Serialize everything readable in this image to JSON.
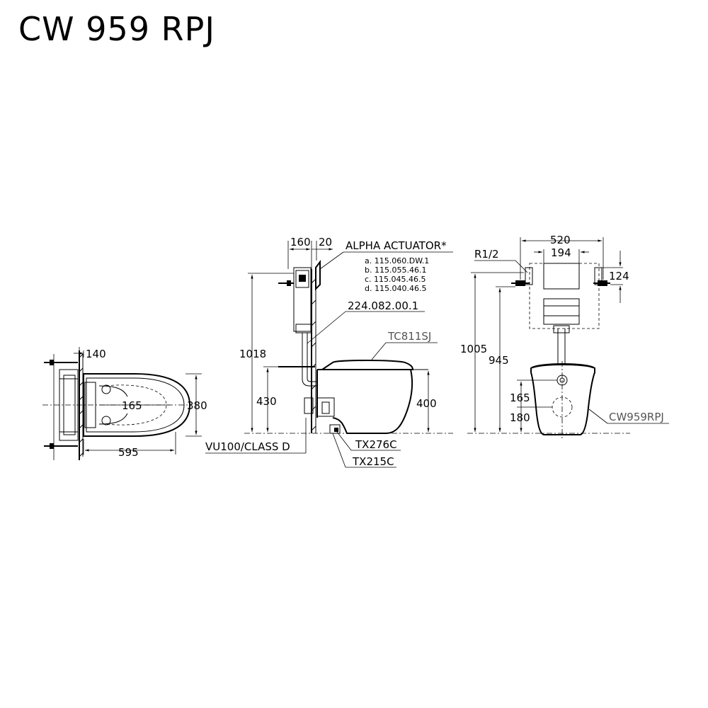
{
  "title": "CW 959 RPJ",
  "plan_view": {
    "dim_wall_offset": "140",
    "dim_bowl_inner": "165",
    "dim_width": "380",
    "dim_length": "595"
  },
  "side_view": {
    "dim_frame_depth": "160",
    "dim_plate": "20",
    "actuator_label": "ALPHA ACTUATOR*",
    "actuator_codes": [
      "a. 115.060.DW.1",
      "b. 115.055.46.1",
      "c. 115.045.46.5",
      "d. 115.040.46.5"
    ],
    "pipe_code": "224.082.00.1",
    "seat_code": "TC811SJ",
    "dim_frame_height": "1018",
    "dim_inlet_height": "430",
    "dim_seat_height": "400",
    "frame_label": "VU100/CLASS D",
    "fitting_1": "TX276C",
    "fitting_2": "TX215C"
  },
  "front_view": {
    "dim_frame_width": "520",
    "dim_inner_width": "194",
    "thread": "R1/2",
    "dim_top": "124",
    "dim_total_height": "1005",
    "dim_connection_height": "945",
    "dim_inlet": "165",
    "dim_outlet": "180",
    "bowl_code": "CW959RPJ"
  }
}
